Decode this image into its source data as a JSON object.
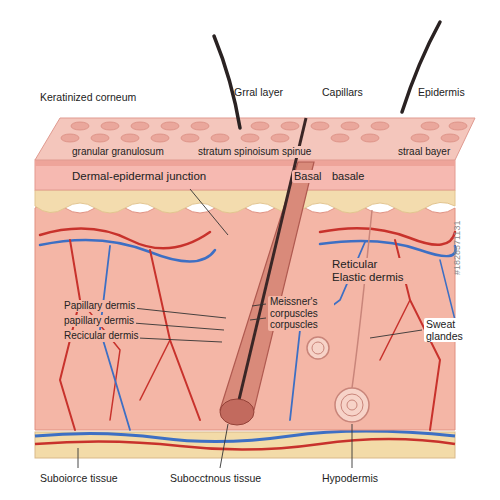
{
  "diagram": {
    "labels": [
      "Keratinized corneum",
      "Grral layer",
      "Capillars",
      "Epidermis",
      "granular granulosum",
      "stratum spinoisum spinue",
      "straal bayer",
      "Dermal-epidermal junction",
      "Basal",
      "basale",
      "Reticular Elastic dermis",
      "Meissner's corpuscles corpuscles",
      "Papillary dermis",
      "papillary dermis",
      "Recicular dermis",
      "Sweat glandes",
      "Suboiorce tissue",
      "Subocctnous tissue",
      "Hypodermis",
      "#1828571131"
    ]
  }
}
